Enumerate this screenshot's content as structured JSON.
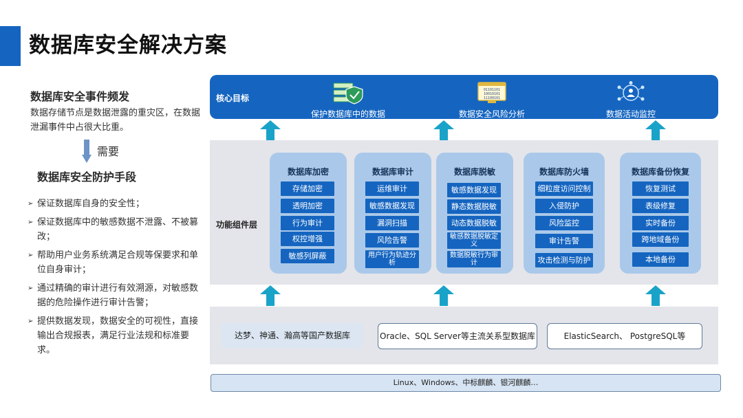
{
  "title": "数据库安全解决方案",
  "left": {
    "heading1": "数据库安全事件频发",
    "paragraph": "数据存储节点是数据泄露的重灾区，在数据泄漏事件中占很大比重。",
    "need": "需要",
    "heading2": "数据库安全防护手段",
    "bullets": [
      "保证数据库自身的安全性；",
      "保证数据库中的敏感数据不泄露、不被篡改；",
      "帮助用户业务系统满足合规等保要求和单位自身审计；",
      "通过精确的审计进行有效溯源，对敏感数据的危险操作进行审计告警；",
      "提供数据发现，数据安全的可视性，直接输出合规报表，满足行业法规和标准要求。"
    ]
  },
  "goal": {
    "label": "核心目标",
    "items": [
      {
        "label": "保护数据库中的数据",
        "icon": "shield-server-icon"
      },
      {
        "label": "数据安全风险分析",
        "icon": "binary-monitor-icon"
      },
      {
        "label": "数据活动监控",
        "icon": "network-user-icon"
      }
    ]
  },
  "layer_label": "功能组件层",
  "modules": [
    {
      "title": "数据库加密",
      "items": [
        "存储加密",
        "透明加密",
        "行为审计",
        "权控增强",
        "敏感列屏蔽"
      ]
    },
    {
      "title": "数据库审计",
      "items": [
        "运维审计",
        "敏感数据发现",
        "漏洞扫描",
        "风险告警",
        "用户行为轨迹分析"
      ]
    },
    {
      "title": "数据库脱敏",
      "items": [
        "敏感数据发现",
        "静态数据脱敏",
        "动态数据脱敏",
        "敏感数据脱敏定义",
        "数据脱敏行为审计"
      ]
    },
    {
      "title": "数据库防火墙",
      "items": [
        "细粒度访问控制",
        "入侵防护",
        "风险监控",
        "审计告警",
        "攻击检测与防护"
      ]
    },
    {
      "title": "数据库备份恢复",
      "items": [
        "恢复测试",
        "表级修复",
        "实时备份",
        "跨地域备份",
        "本地备份"
      ]
    }
  ],
  "databases": [
    "达梦、神通、瀚高等国产数据库",
    "Oracle、SQL Server等主流关系型数据库",
    "ElasticSearch、 PostgreSQL等"
  ],
  "os": "Linux、Windows、中标麒麟、银河麒麟…",
  "colors": {
    "primary": "#1565c0",
    "arrow": "#1aa3c8",
    "card": "#aac9ea",
    "panel": "#e4e5ea"
  }
}
